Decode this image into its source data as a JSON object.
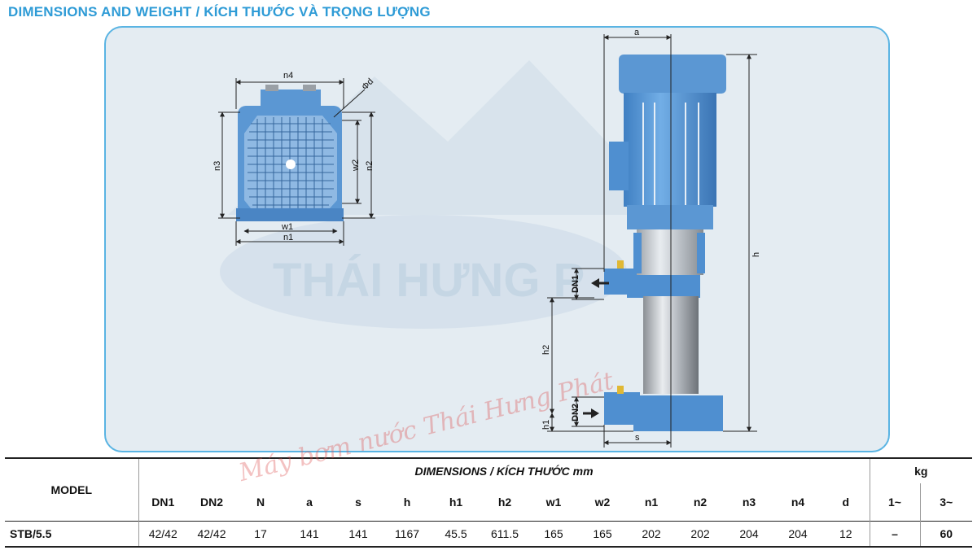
{
  "title": "DIMENSIONS AND WEIGHT / KÍCH THƯỚC VÀ TRỌNG LƯỢNG",
  "watermark_logo": "THÁI HƯNG P",
  "watermark_text": "Máy bơm nước Thái Hưng Phát",
  "drawing_labels": {
    "n4": "n4",
    "phi_d": "Φd",
    "n3": "n3",
    "w2": "w2",
    "n2": "n2",
    "w1": "w1",
    "n1": "n1",
    "a": "a",
    "h": "h",
    "DN1": "DN1",
    "h2": "h2",
    "DN2": "DN2",
    "h1": "h1",
    "s": "s"
  },
  "table": {
    "model_header": "MODEL",
    "dimensions_header": "DIMENSIONS / KÍCH THƯỚC mm",
    "kg_header": "kg",
    "columns": [
      "DN1",
      "DN2",
      "N",
      "a",
      "s",
      "h",
      "h1",
      "h2",
      "w1",
      "w2",
      "n1",
      "n2",
      "n3",
      "n4",
      "d",
      "1~",
      "3~"
    ],
    "rows": [
      {
        "model": "STB/5.5",
        "values": [
          "42/42",
          "42/42",
          "17",
          "141",
          "141",
          "1167",
          "45.5",
          "611.5",
          "165",
          "165",
          "202",
          "202",
          "204",
          "204",
          "12",
          "–",
          "60"
        ]
      }
    ]
  },
  "colors": {
    "title": "#2e9bd6",
    "panel_border": "#5ab4e3",
    "pump_blue": "#4f8fd0"
  }
}
